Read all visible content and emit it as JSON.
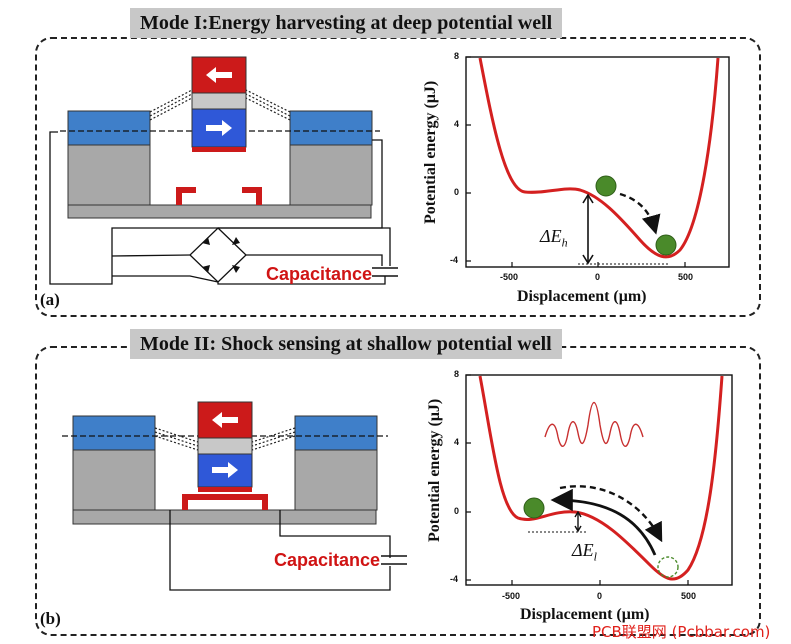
{
  "panel_a": {
    "title": "Mode I:Energy harvesting at deep potential well",
    "label": "(a)",
    "capacitance_label": "Capacitance",
    "plot": {
      "y_axis_title": "Potential energy (μJ)",
      "x_axis_title": "Displacement (μm)",
      "y_ticks": [
        "8",
        "4",
        "0",
        "-4"
      ],
      "x_ticks": [
        "-500",
        "0",
        "500"
      ],
      "delta_symbol": "ΔE",
      "delta_subscript": "h"
    }
  },
  "panel_b": {
    "title": "Mode II: Shock sensing at shallow potential well",
    "label": "(b)",
    "capacitance_label": "Capacitance",
    "plot": {
      "y_axis_title": "Potential energy (μJ)",
      "x_axis_title": "Displacement (μm)",
      "y_ticks": [
        "8",
        "4",
        "0",
        "-4"
      ],
      "x_ticks": [
        "-500",
        "0",
        "500"
      ],
      "delta_symbol": "ΔE",
      "delta_subscript": "l"
    }
  },
  "watermark": "PCB联盟网 (Pcbbar.com)",
  "colors": {
    "curve": "#d42020",
    "magnet_red": "#cc1a1a",
    "magnet_blue": "#2f58d8",
    "beam_blue": "#3f7fc9",
    "anchor_gray": "#a8a8a8",
    "ball_green": "#4a8a2a"
  }
}
